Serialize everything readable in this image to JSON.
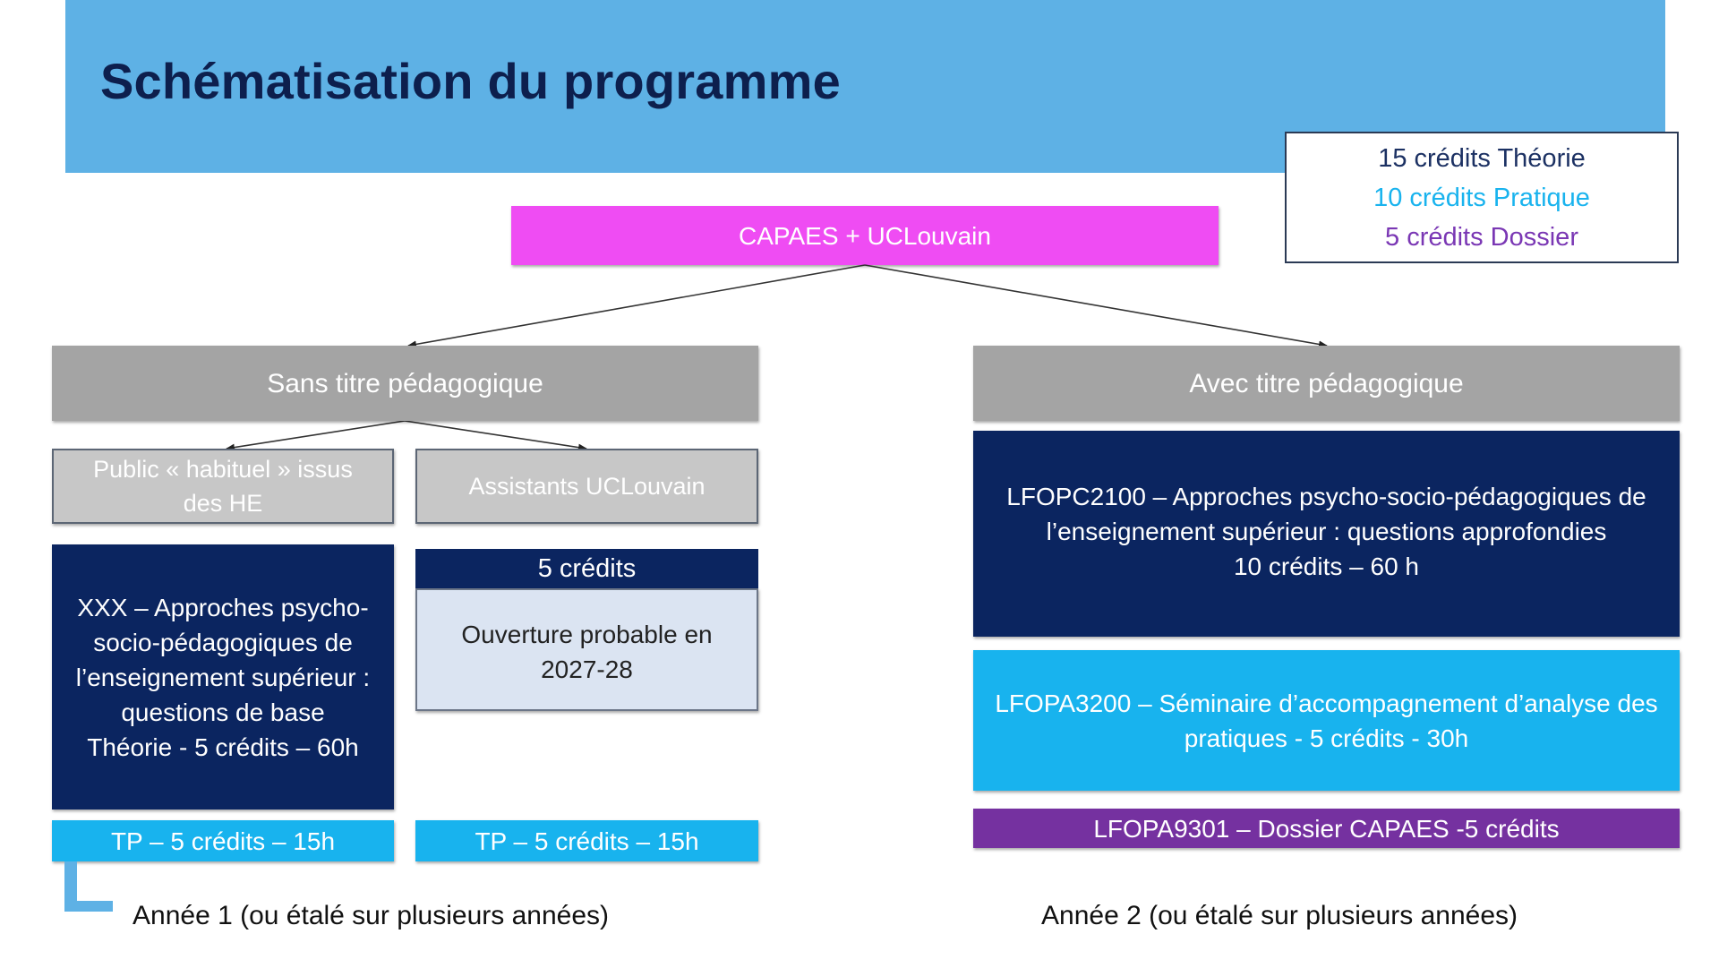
{
  "title": "Schématisation du programme",
  "legend": {
    "theory": "15 crédits Théorie",
    "practice": "10 crédits Pratique",
    "dossier": "5 crédits Dossier",
    "theory_color": "#1c3163",
    "practice_color": "#19b3ee",
    "dossier_color": "#7a37b4"
  },
  "root": "CAPAES + UCLouvain",
  "branches": {
    "left": "Sans titre pédagogique",
    "right": "Avec titre pédagogique"
  },
  "left": {
    "public_line1": "Public « habituel » issus",
    "public_line2": "des HE",
    "assistants": "Assistants UCLouvain",
    "xxx_lines": [
      "XXX – Approches psycho-",
      "socio-pédagogiques de",
      "l’enseignement supérieur :",
      "questions de base",
      "Théorie - 5 crédits – 60h"
    ],
    "credits_header": "5 crédits",
    "ouverture_line1": "Ouverture probable en",
    "ouverture_line2": "2027-28",
    "tp_public": "TP – 5 crédits – 15h",
    "tp_assistants": "TP – 5 crédits – 15h",
    "year_caption": "Année 1 (ou étalé sur plusieurs années)"
  },
  "right": {
    "lfopc_lines": [
      "LFOPC2100 – Approches psycho-socio-pédagogiques de",
      "l’enseignement supérieur : questions approfondies",
      "10 crédits – 60 h"
    ],
    "lfopa3200_lines": [
      "LFOPA3200 – Séminaire d’accompagnement d’analyse des",
      "pratiques - 5 crédits - 30h"
    ],
    "lfopa9301": "LFOPA9301 – Dossier CAPAES  -5 crédits",
    "year_caption": "Année 2 (ou étalé sur plusieurs années)"
  },
  "colors": {
    "header": "#5eb1e5",
    "root": "#ef4cf3",
    "navy": "#0b2560",
    "cyan": "#18b3ee",
    "purple": "#7531a0",
    "grey": "#a4a4a4"
  }
}
